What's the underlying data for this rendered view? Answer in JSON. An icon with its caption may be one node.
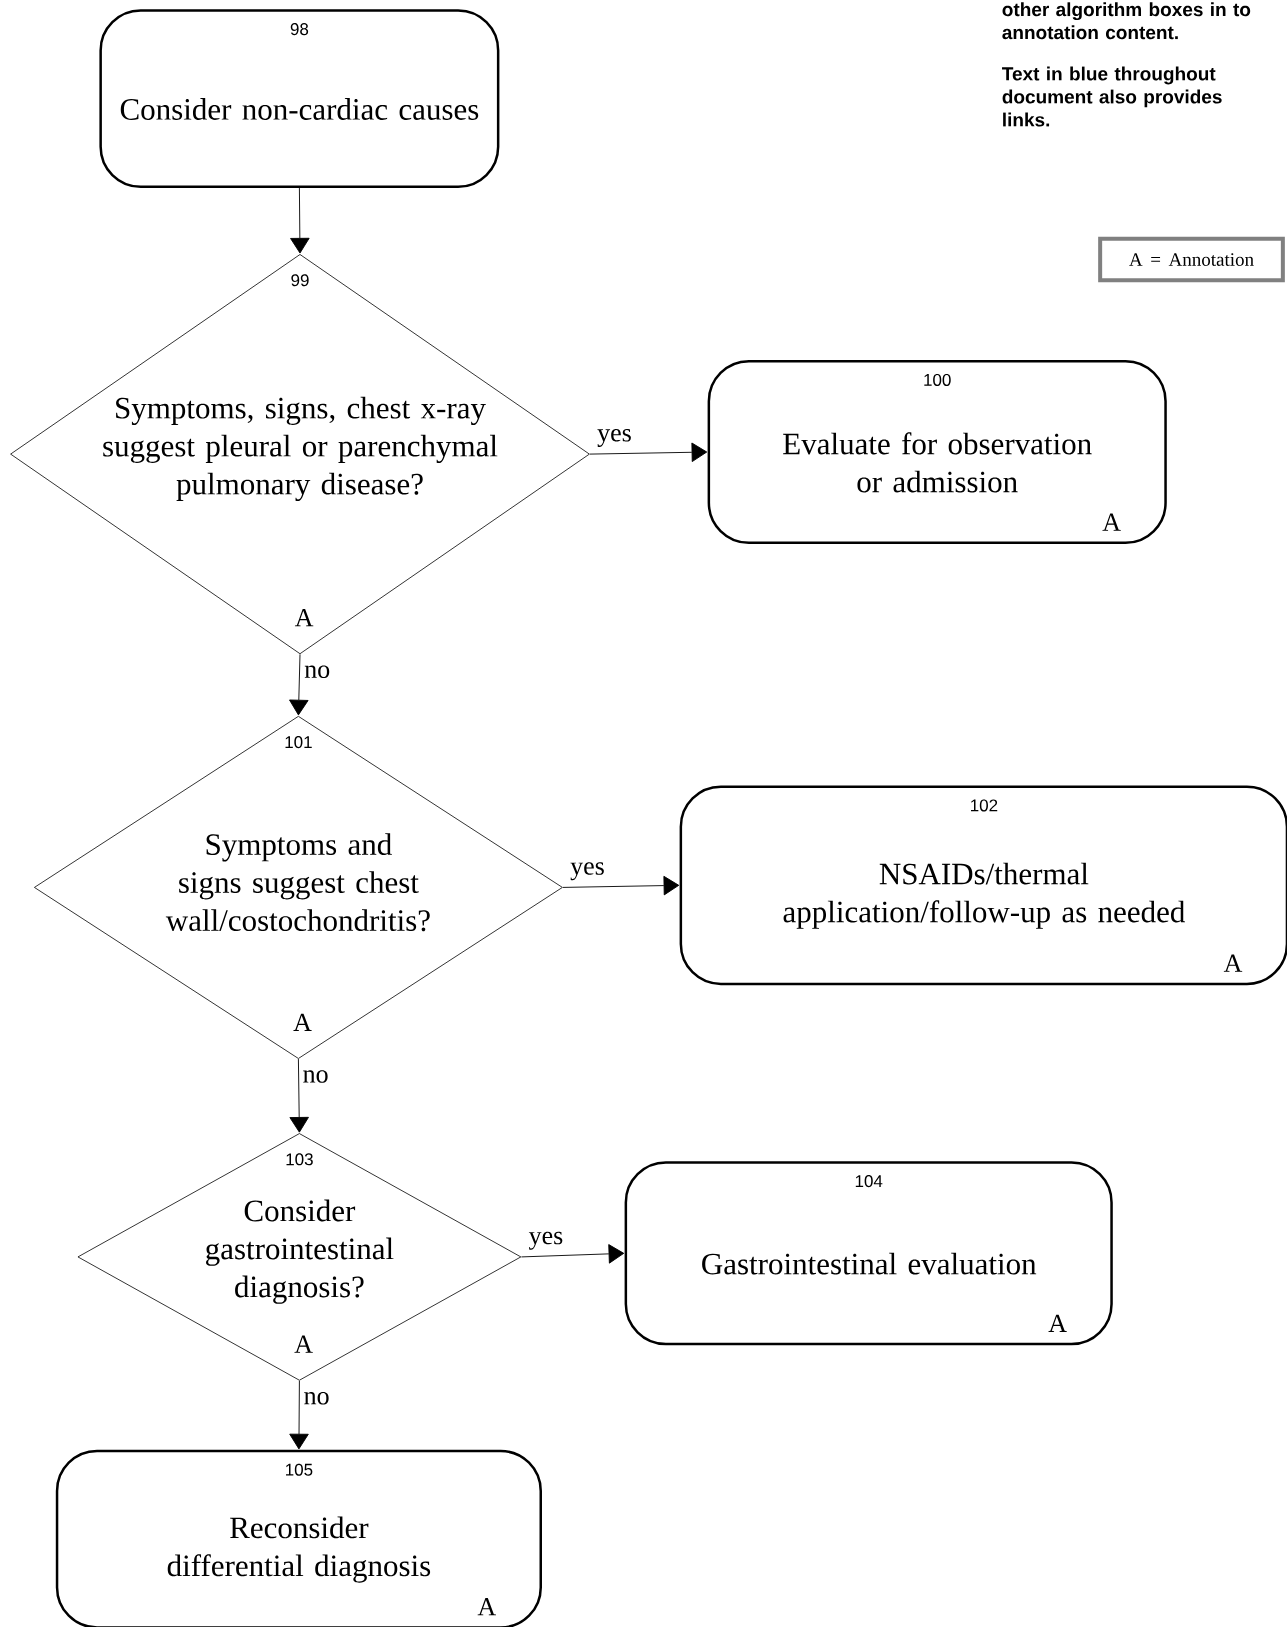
{
  "diagram": {
    "nodes": [
      {
        "text": [
          "98",
          "Consider non-cardiac causes"
        ]
      },
      {
        "text": [
          "99",
          "Symptoms, signs, chest x-ray suggest pleural or parenchymal pulmonary disease?",
          "A"
        ]
      },
      {
        "text": [
          "100",
          "Evaluate for observation or admission",
          "A"
        ]
      },
      {
        "text": [
          "101",
          "Symptoms and signs suggest chest wall/costochondritis?",
          "A"
        ]
      },
      {
        "text": [
          "102",
          "NSAIDs/thermal application/follow-up as needed",
          "A"
        ]
      },
      {
        "text": [
          "103",
          "Consider gastrointestinal diagnosis?",
          "A"
        ]
      },
      {
        "text": [
          "104",
          "Gastrointestinal evaluation",
          "A"
        ]
      },
      {
        "text": [
          "105",
          "Reconsider differential diagnosis",
          "A"
        ]
      },
      {
        "text": [
          "A = Annotation"
        ]
      }
    ],
    "edges": [
      {
        "from": 0,
        "to": 1,
        "arrow": "to"
      },
      {
        "from": 1,
        "to": 2,
        "arrow": "to",
        "label": "yes"
      },
      {
        "from": 1,
        "to": 3,
        "arrow": "to",
        "label": "no"
      },
      {
        "from": 3,
        "to": 4,
        "arrow": "to",
        "label": "yes"
      },
      {
        "from": 3,
        "to": 5,
        "arrow": "to",
        "label": "no"
      },
      {
        "from": 5,
        "to": 6,
        "arrow": "to",
        "label": "yes"
      },
      {
        "from": 5,
        "to": 7,
        "arrow": "to",
        "label": "no"
      }
    ],
    "labels": [
      "other algorithm boxes in to annotation content.",
      "Text in blue throughout document also provides links."
    ]
  }
}
